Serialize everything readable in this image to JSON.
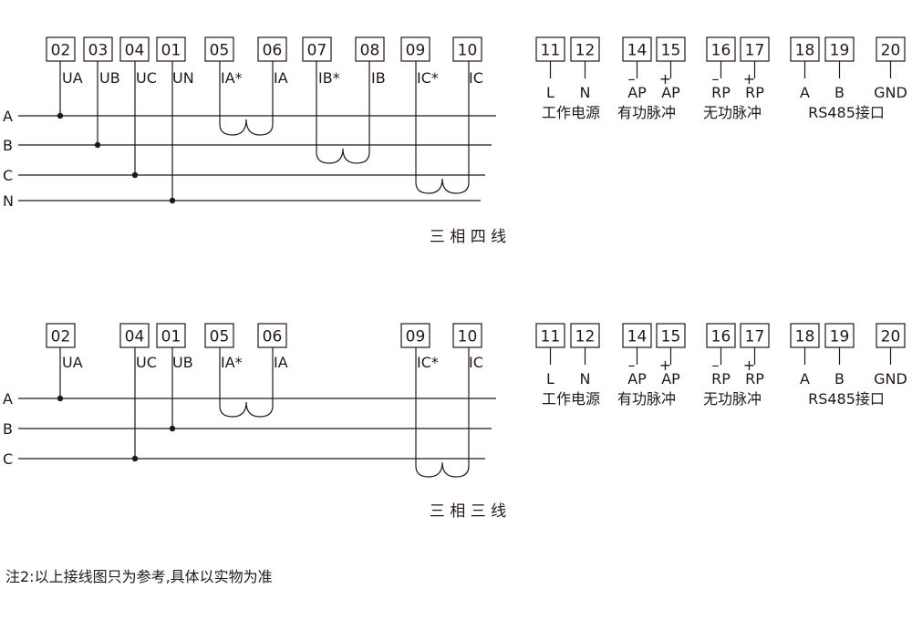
{
  "four_wire": {
    "title": "三 相 四 线",
    "phases": [
      "A",
      "B",
      "C",
      "N"
    ],
    "terminals": [
      {
        "num": "02",
        "sig": "UA"
      },
      {
        "num": "03",
        "sig": "UB"
      },
      {
        "num": "04",
        "sig": "UC"
      },
      {
        "num": "01",
        "sig": "UN"
      },
      {
        "num": "05",
        "sig": "IA*"
      },
      {
        "num": "06",
        "sig": "IA"
      },
      {
        "num": "07",
        "sig": "IB*"
      },
      {
        "num": "08",
        "sig": "IB"
      },
      {
        "num": "09",
        "sig": "IC*"
      },
      {
        "num": "10",
        "sig": "IC"
      }
    ]
  },
  "three_wire": {
    "title": "三 相 三 线",
    "phases": [
      "A",
      "B",
      "C"
    ],
    "terminals": [
      {
        "num": "02",
        "sig": "UA"
      },
      {
        "num": "04",
        "sig": "UC"
      },
      {
        "num": "01",
        "sig": "UB"
      },
      {
        "num": "05",
        "sig": "IA*"
      },
      {
        "num": "06",
        "sig": "IA"
      },
      {
        "num": "09",
        "sig": "IC*"
      },
      {
        "num": "10",
        "sig": "IC"
      }
    ]
  },
  "aux": {
    "groups": [
      {
        "terminals": [
          {
            "num": "11",
            "sig": "L"
          },
          {
            "num": "12",
            "sig": "N"
          }
        ],
        "caption": "工作电源"
      },
      {
        "terminals": [
          {
            "num": "14",
            "sig": "-AP"
          },
          {
            "num": "15",
            "sig": "+AP"
          }
        ],
        "caption": "有功脉冲"
      },
      {
        "terminals": [
          {
            "num": "16",
            "sig": "-RP"
          },
          {
            "num": "17",
            "sig": "+RP"
          }
        ],
        "caption": "无功脉冲"
      },
      {
        "terminals": [
          {
            "num": "18",
            "sig": "A"
          },
          {
            "num": "19",
            "sig": "B"
          },
          {
            "num": "20",
            "sig": "GND"
          }
        ],
        "caption": "RS485接口"
      }
    ]
  },
  "note": "注2:以上接线图只为参考,具体以实物为准"
}
